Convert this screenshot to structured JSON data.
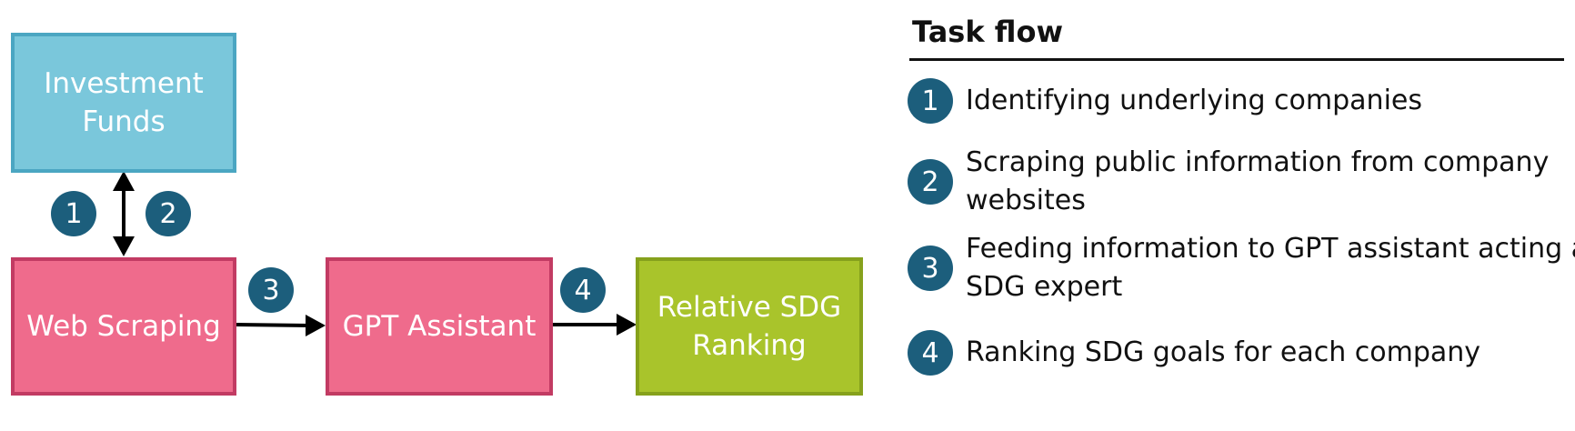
{
  "diagram": {
    "boxes": {
      "investment_funds": "Investment\nFunds",
      "web_scraping": "Web Scraping",
      "gpt_assistant": "GPT Assistant",
      "relative_sdg_ranking": "Relative SDG\nRanking"
    },
    "step_badges": [
      "1",
      "2",
      "3",
      "4"
    ],
    "colors": {
      "funds_fill": "#7ac7db",
      "scrape_fill": "#ef6b8c",
      "rank_fill": "#a9c42b",
      "badge": "#1c5e7c"
    }
  },
  "legend": {
    "title": "Task flow",
    "items": [
      {
        "number": "1",
        "text": "Identifying underlying companies"
      },
      {
        "number": "2",
        "text": "Scraping public information from company websites"
      },
      {
        "number": "3",
        "text": "Feeding information to GPT assistant acting as SDG expert"
      },
      {
        "number": "4",
        "text": "Ranking SDG goals for each company"
      }
    ]
  }
}
